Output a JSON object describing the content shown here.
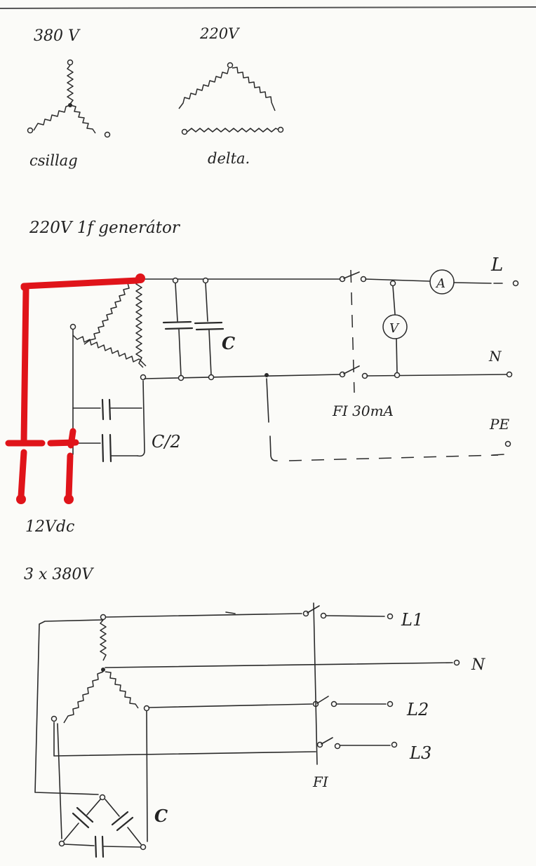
{
  "star_delta": {
    "star_voltage": "380 V",
    "delta_voltage": "220V",
    "star_name": "csillag",
    "delta_name": "delta."
  },
  "single_phase": {
    "heading": "220V 1f generátor",
    "cap_label": "C",
    "half_cap_label": "C/2",
    "dc_label": "12Vdc",
    "line_label": "L",
    "neutral_label": "N",
    "pe_label": "PE",
    "rcd_label": "FI 30mA",
    "ammeter_symbol": "A",
    "voltmeter_symbol": "V"
  },
  "three_phase": {
    "heading": "3 x 380V",
    "l1_label": "L1",
    "n_label": "N",
    "l2_label": "L2",
    "l3_label": "L3",
    "rcd_label": "FI",
    "cap_label": "C"
  },
  "colors": {
    "ink": "#2a2a2a",
    "dc_wiring": "#e0141a",
    "paper": "#fbfbf8"
  }
}
